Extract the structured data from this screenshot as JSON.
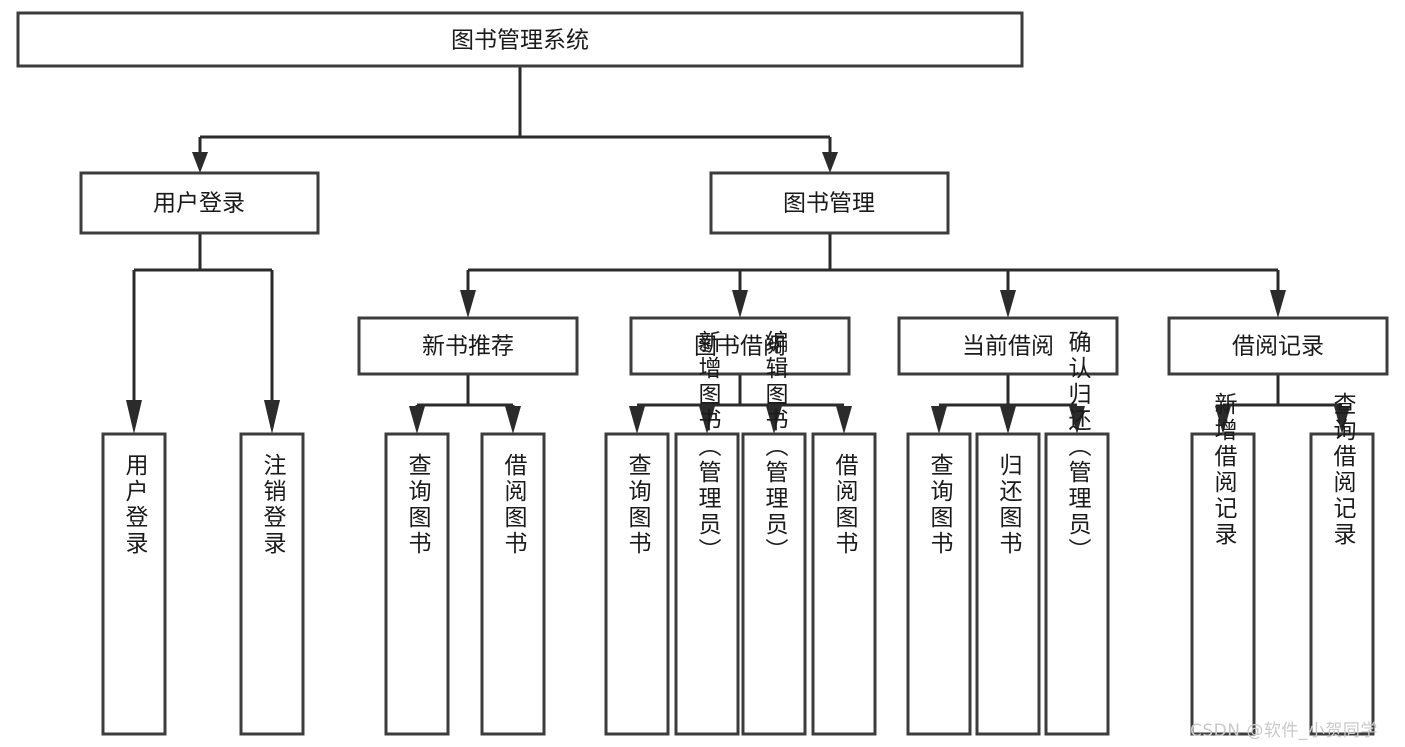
{
  "diagram": {
    "type": "tree-hierarchy",
    "title": "图书管理系统",
    "root": {
      "id": "root",
      "label": "图书管理系统",
      "orientation": "horizontal"
    },
    "level2": [
      {
        "id": "user-login",
        "label": "用户登录",
        "orientation": "horizontal"
      },
      {
        "id": "book-management",
        "label": "图书管理",
        "orientation": "horizontal"
      }
    ],
    "level3": [
      {
        "id": "new-book-recommend",
        "label": "新书推荐",
        "orientation": "horizontal",
        "parent": "book-management"
      },
      {
        "id": "book-borrow",
        "label": "图书借阅",
        "orientation": "horizontal",
        "parent": "book-management"
      },
      {
        "id": "current-borrow",
        "label": "当前借阅",
        "orientation": "horizontal",
        "parent": "book-management"
      },
      {
        "id": "borrow-record",
        "label": "借阅记录",
        "orientation": "horizontal",
        "parent": "book-management"
      }
    ],
    "leaves": [
      {
        "id": "leaf-user-login",
        "label": "用户登录",
        "orientation": "vertical",
        "parent": "user-login"
      },
      {
        "id": "leaf-user-logout",
        "label": "注销登录",
        "orientation": "vertical",
        "parent": "user-login"
      },
      {
        "id": "leaf-query-book-1",
        "label": "查询图书",
        "orientation": "vertical",
        "parent": "new-book-recommend"
      },
      {
        "id": "leaf-borrow-book-1",
        "label": "借阅图书",
        "orientation": "vertical",
        "parent": "new-book-recommend"
      },
      {
        "id": "leaf-query-book-2",
        "label": "查询图书",
        "orientation": "vertical",
        "parent": "book-borrow"
      },
      {
        "id": "leaf-add-book",
        "label": "新增图书（管理员）",
        "orientation": "vertical",
        "parent": "book-borrow"
      },
      {
        "id": "leaf-edit-book",
        "label": "编辑图书（管理员）",
        "orientation": "vertical",
        "parent": "book-borrow"
      },
      {
        "id": "leaf-borrow-book-2",
        "label": "借阅图书",
        "orientation": "vertical",
        "parent": "book-borrow"
      },
      {
        "id": "leaf-query-book-3",
        "label": "查询图书",
        "orientation": "vertical",
        "parent": "current-borrow"
      },
      {
        "id": "leaf-return-book",
        "label": "归还图书",
        "orientation": "vertical",
        "parent": "current-borrow"
      },
      {
        "id": "leaf-confirm-return",
        "label": "确认归还（管理员）",
        "orientation": "vertical",
        "parent": "current-borrow"
      },
      {
        "id": "leaf-add-record",
        "label": "新增借阅记录",
        "orientation": "vertical",
        "parent": "borrow-record"
      },
      {
        "id": "leaf-query-record",
        "label": "查询借阅记录",
        "orientation": "vertical",
        "parent": "borrow-record"
      }
    ]
  },
  "watermark": {
    "text": "CSDN @软件_小贺同学"
  },
  "colors": {
    "box_stroke": "#3c3c3c",
    "edge": "#2b2b2b",
    "text": "#1a1a1a",
    "background": "#ffffff",
    "watermark": "#c9c9c9"
  }
}
